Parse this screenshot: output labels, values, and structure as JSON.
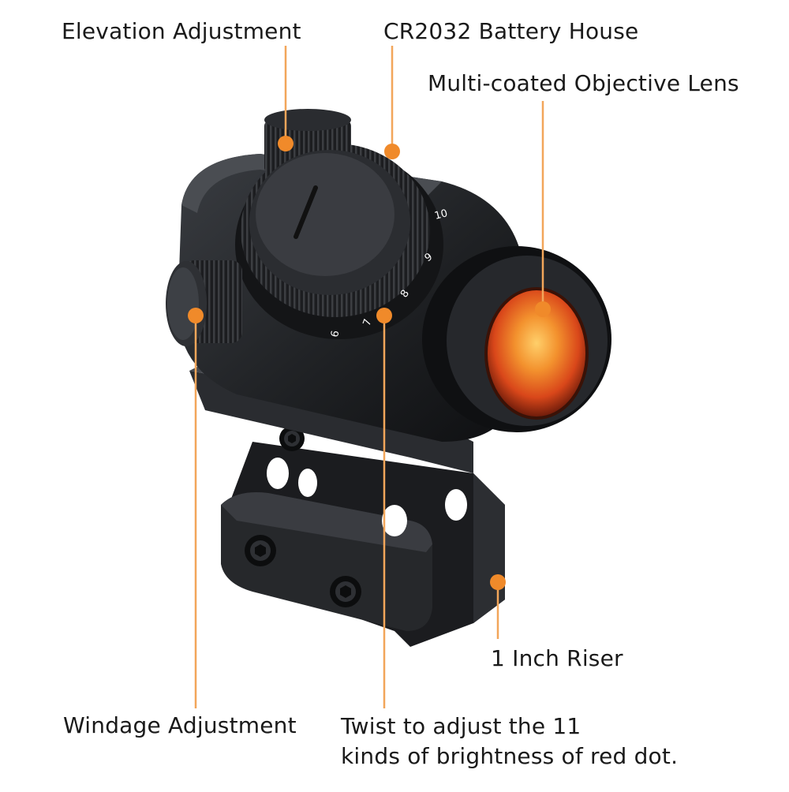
{
  "callouts": {
    "elevation": "Elevation Adjustment",
    "battery": "CR2032 Battery House",
    "lens": "Multi-coated Objective Lens",
    "riser": "1 Inch Riser",
    "windage": "Windage Adjustment",
    "brightness_line1": "Twist to adjust the 11",
    "brightness_line2": "kinds of brightness of red dot."
  },
  "dial": {
    "numbers": [
      "6",
      "7",
      "8",
      "9",
      "10"
    ]
  },
  "colors": {
    "callout_line": "#f2a65a",
    "callout_dot": "#f08a2a",
    "label_text": "#1a1a1a",
    "body": "#1f2124",
    "lens_glow": "#e8531a"
  }
}
